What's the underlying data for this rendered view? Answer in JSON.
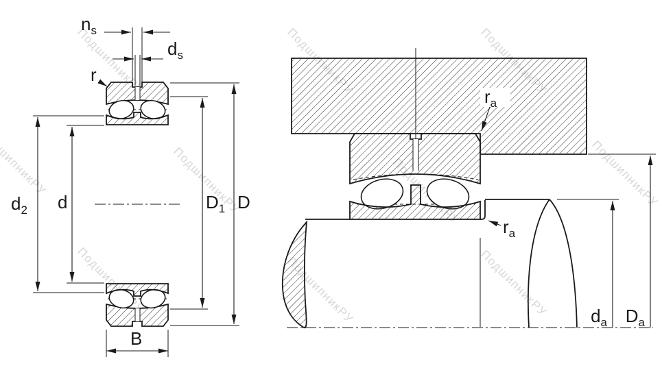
{
  "watermark": {
    "text": "ПодшипникРУ"
  },
  "labels": {
    "ns": {
      "main": "n",
      "sub": "s"
    },
    "ds": {
      "main": "d",
      "sub": "s"
    },
    "r": {
      "main": "r"
    },
    "d2": {
      "main": "d",
      "sub": "2"
    },
    "d": {
      "main": "d"
    },
    "D1": {
      "main": "D",
      "sub": "1"
    },
    "D": {
      "main": "D"
    },
    "B": {
      "main": "B"
    },
    "ra_housing": {
      "main": "r",
      "sub": "a"
    },
    "ra_shaft": {
      "main": "r",
      "sub": "a"
    },
    "da": {
      "main": "d",
      "sub": "a"
    },
    "Da": {
      "main": "D",
      "sub": "a"
    }
  },
  "colors": {
    "line": "#1a1a1a",
    "hatch": "#2e2e2e",
    "watermark": "#bdbdbd",
    "background": "#ffffff"
  }
}
